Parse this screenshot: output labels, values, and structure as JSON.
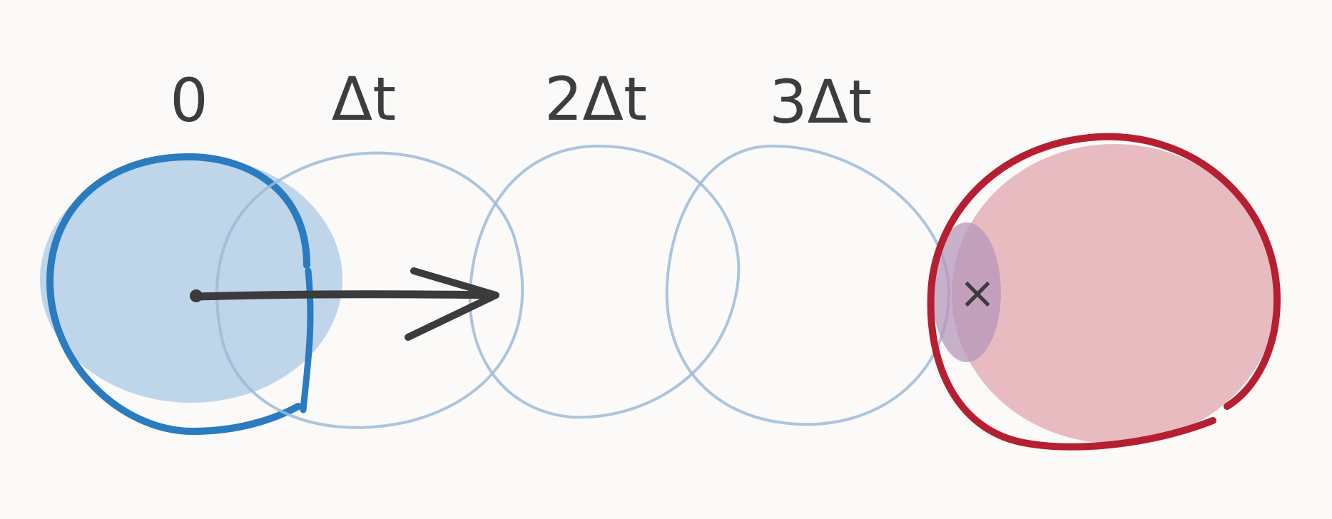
{
  "time_labels": {
    "t0": "0",
    "t1": "Δt",
    "t2": "2Δt",
    "t3": "3Δt"
  },
  "collision_marker": "×",
  "colors": {
    "background": "#fbfaf9",
    "moving_ball_stroke": "#2a7bbf",
    "moving_ball_fill": "#bcd3e9",
    "ghost_stroke": "#9dbad8",
    "obstacle_stroke": "#b51f31",
    "obstacle_fill": "#e7b7be",
    "overlap_fill": "#b597b8",
    "ink": "#3b3b3b"
  }
}
